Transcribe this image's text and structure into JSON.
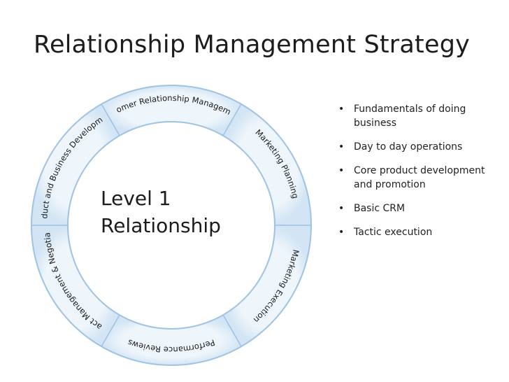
{
  "slide": {
    "title": "Relationship Management Strategy"
  },
  "cycle": {
    "segments": [
      "Customer Relationship Management",
      "Marketing Planning",
      "Marketing Execution",
      "Performance Reviews",
      "Contract Management & Negotiations",
      "Product and Business Development"
    ],
    "center": {
      "line1": "Level 1",
      "line2": "Relationship"
    },
    "colors": {
      "ring_fill": "#dbeaf7",
      "ring_border": "#9fc3e3",
      "segment_label": "#1a1a1a"
    }
  },
  "bullets": [
    "Fundamentals of doing business",
    "Day to day operations",
    "Core product development and promotion",
    "Basic CRM",
    "Tactic execution"
  ]
}
